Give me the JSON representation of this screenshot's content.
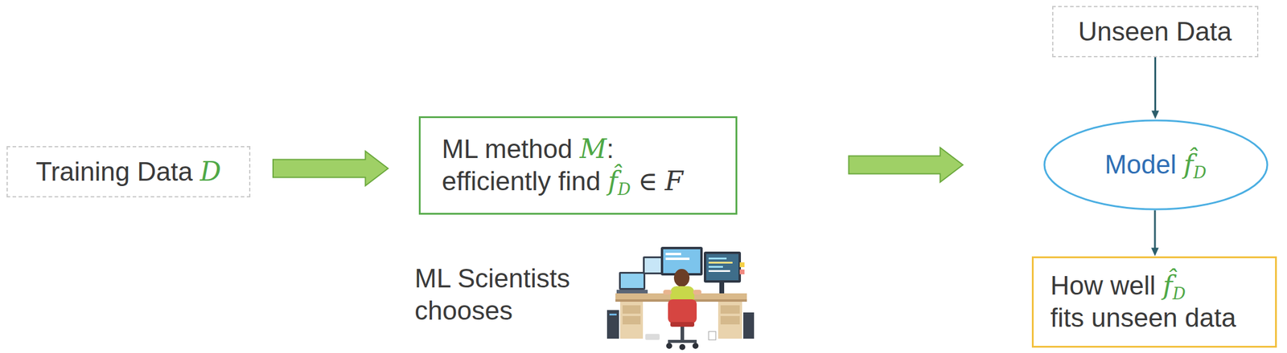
{
  "diagram": {
    "nodes": [
      {
        "text": [
          "Training Data D"
        ]
      },
      {
        "text": [
          "ML method M: efficiently find f̂D ∈ F"
        ]
      },
      {
        "text": [
          "Unseen Data"
        ]
      },
      {
        "text": [
          "Model f̂D"
        ]
      },
      {
        "text": [
          "How well f̂D fits unseen data"
        ]
      }
    ],
    "edges": [
      {
        "from": 0,
        "to": 1,
        "arrow": "to"
      },
      {
        "from": 1,
        "to": 3,
        "arrow": "to"
      },
      {
        "from": 2,
        "to": 3,
        "arrow": "to"
      },
      {
        "from": 3,
        "to": 4,
        "arrow": "to"
      }
    ],
    "labels": [
      "ML Scientists chooses"
    ]
  }
}
